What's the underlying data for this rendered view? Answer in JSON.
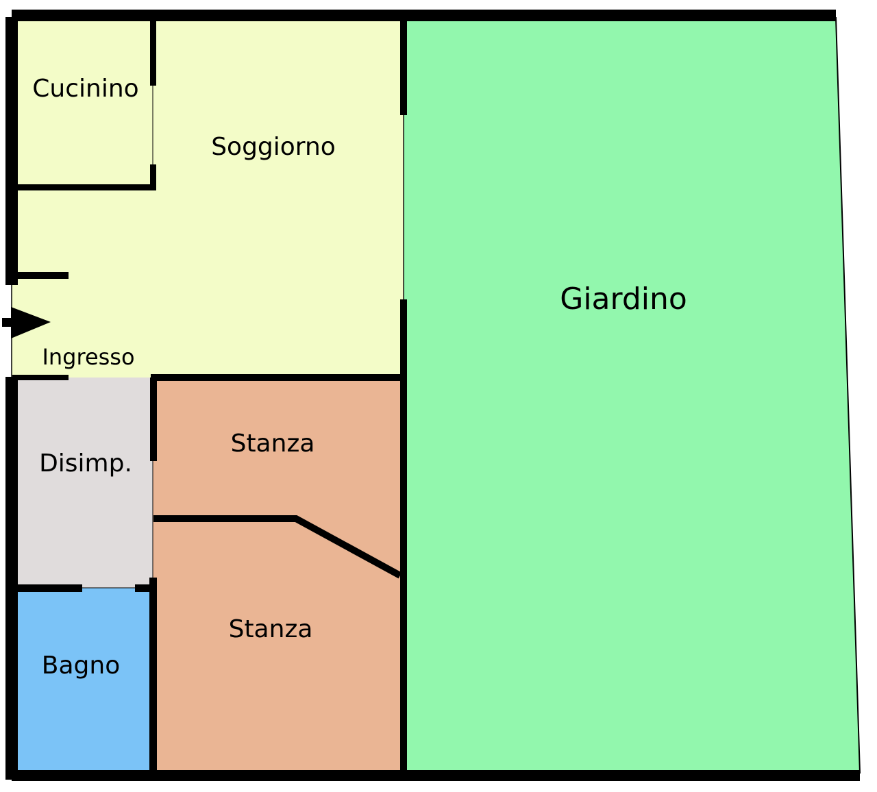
{
  "rooms": {
    "cucinino": {
      "label": "Cucinino",
      "color": "#f3fcc8"
    },
    "soggiorno": {
      "label": "Soggiorno",
      "color": "#f3fcc8"
    },
    "ingresso": {
      "label": "Ingresso",
      "color": "#f3fcc8"
    },
    "giardino": {
      "label": "Giardino",
      "color": "#92f7ad"
    },
    "disimpegno": {
      "label": "Disimp.",
      "color": "#e0dcdc"
    },
    "stanza_1": {
      "label": "Stanza",
      "color": "#eab594"
    },
    "stanza_2": {
      "label": "Stanza",
      "color": "#eab594"
    },
    "bagno": {
      "label": "Bagno",
      "color": "#7bc3f7"
    }
  },
  "icons": {
    "entrance": "entrance-arrow-icon"
  },
  "wall_color": "#000000"
}
